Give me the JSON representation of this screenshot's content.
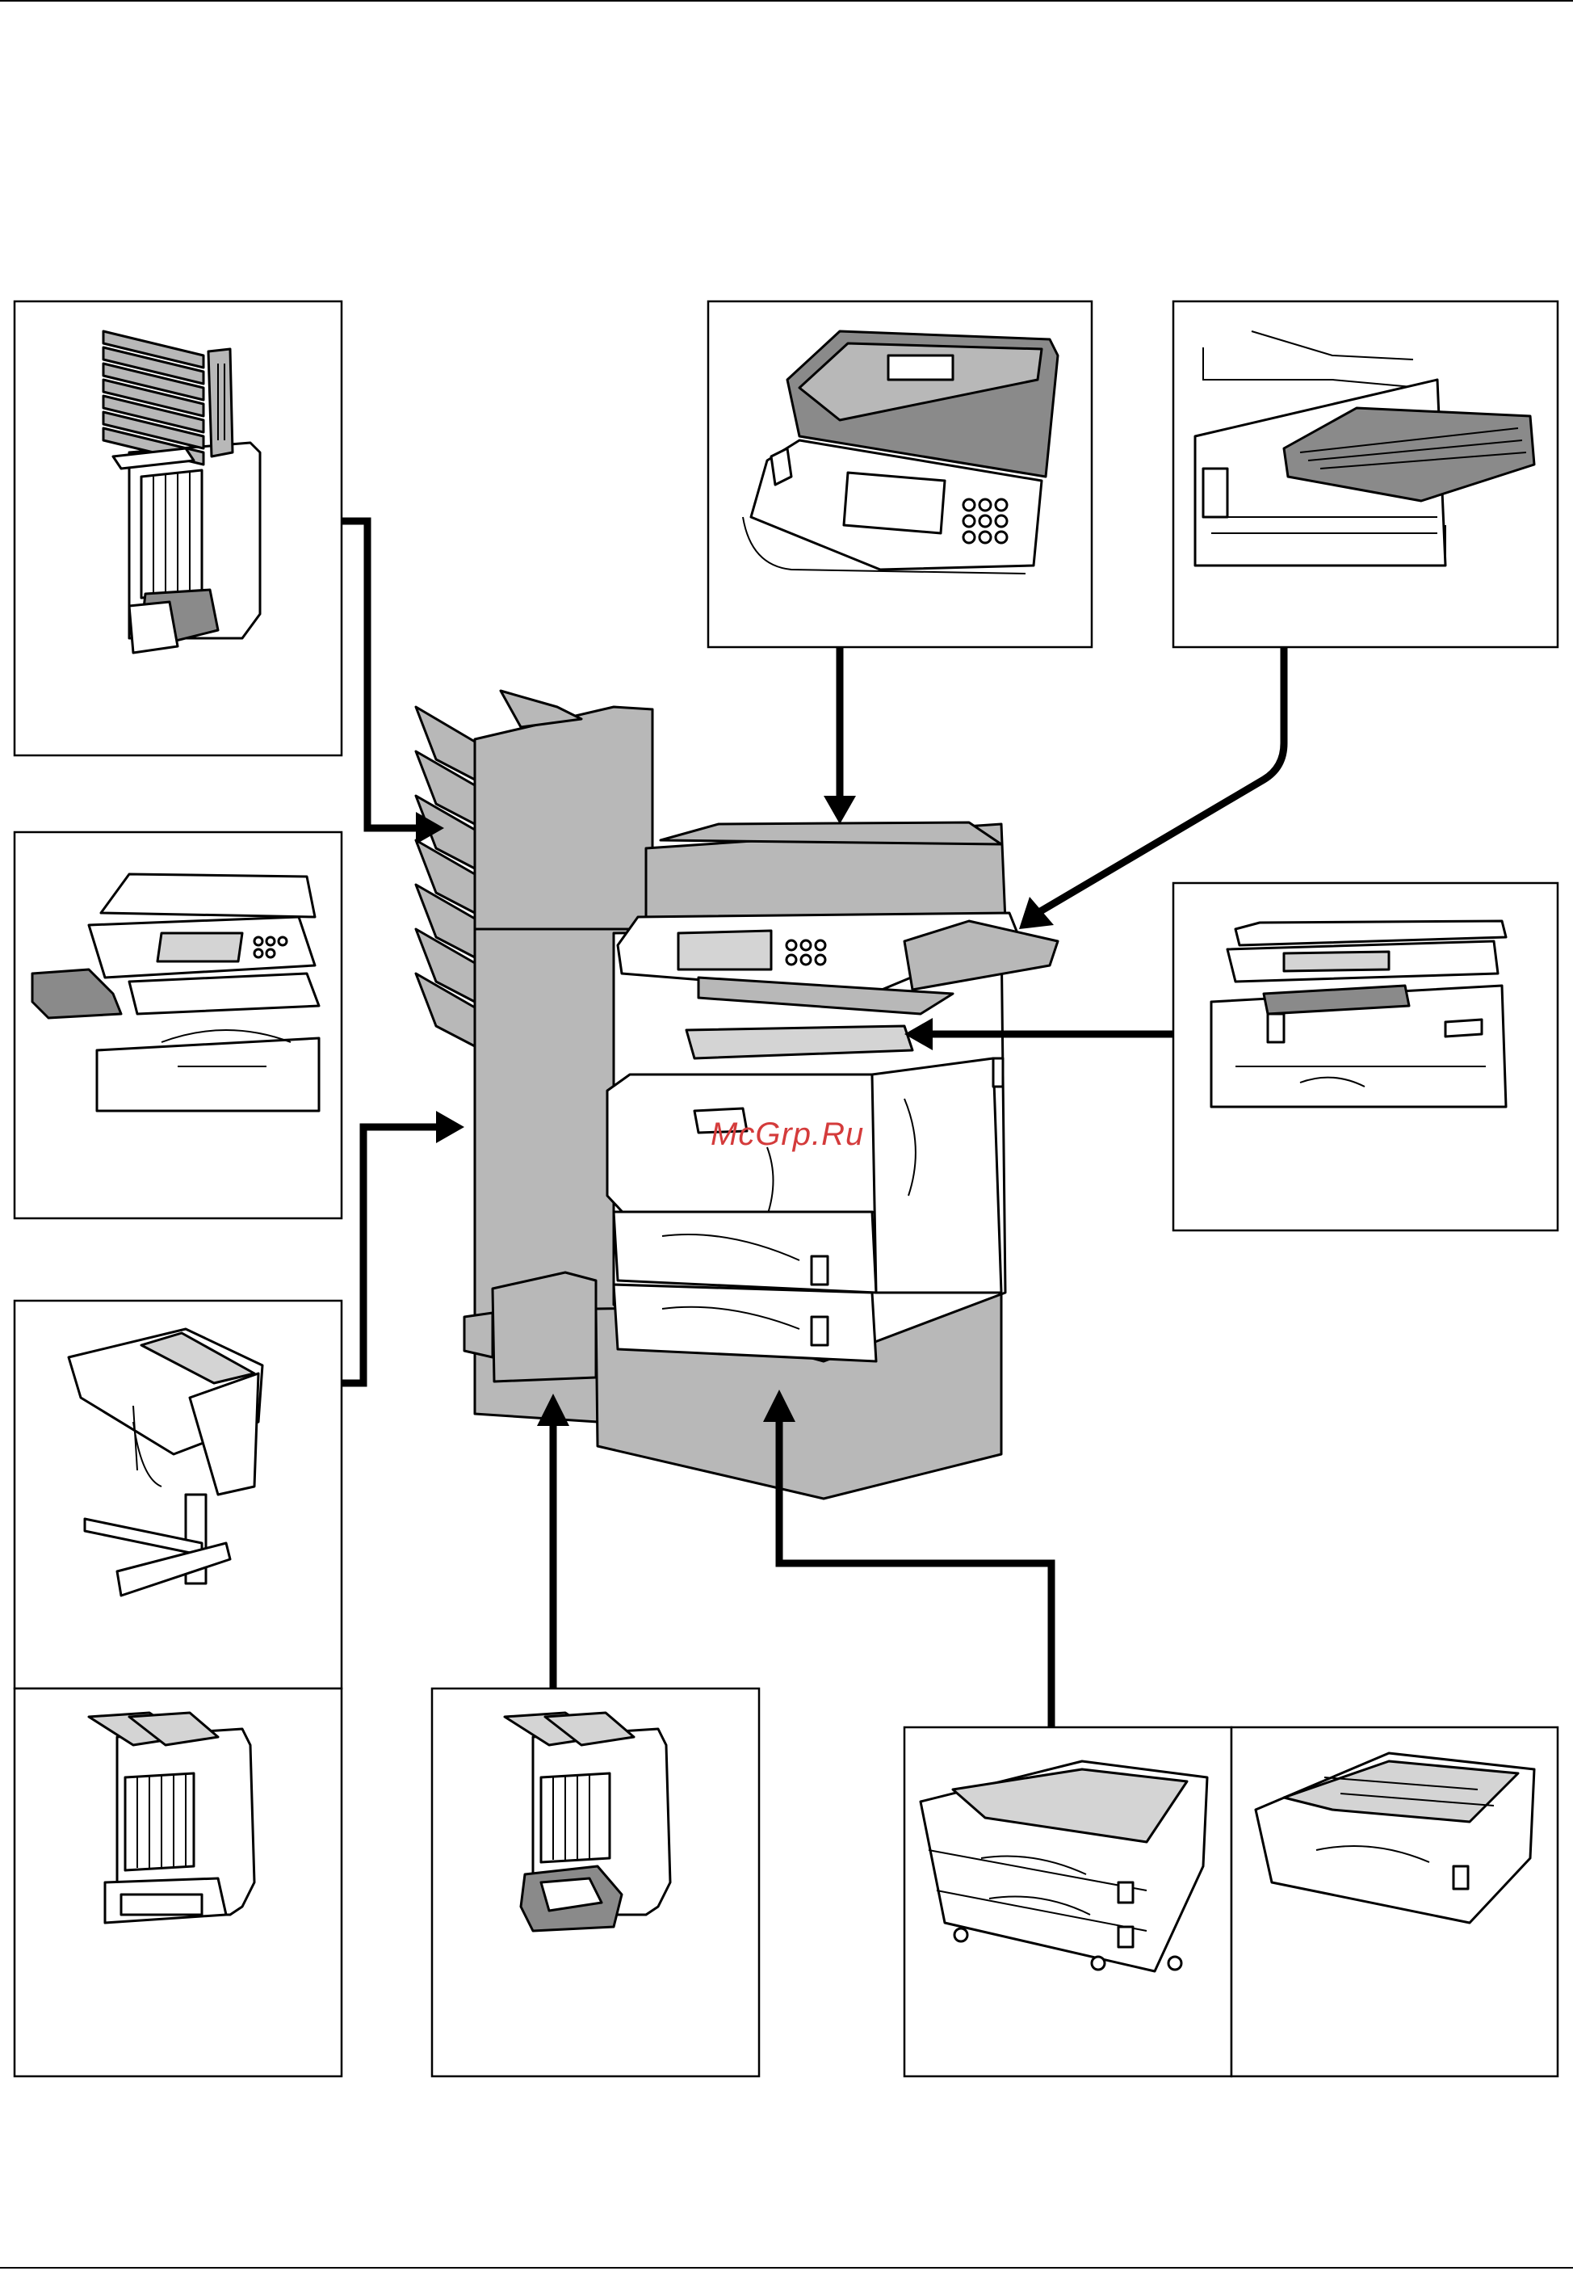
{
  "watermark": "McGrp.Ru",
  "options": [
    {
      "id": "document-finisher-mailbox",
      "icon": "finisher-with-mailbox-icon"
    },
    {
      "id": "document-processor",
      "icon": "document-processor-icon"
    },
    {
      "id": "job-separator",
      "icon": "job-separator-icon"
    },
    {
      "id": "side-exit-tray",
      "icon": "side-tray-icon"
    },
    {
      "id": "inner-job-separator",
      "icon": "inner-separator-icon"
    },
    {
      "id": "staple-finisher",
      "icon": "staple-finisher-icon"
    },
    {
      "id": "document-finisher",
      "icon": "document-finisher-icon"
    },
    {
      "id": "punch-unit",
      "icon": "punch-unit-icon"
    },
    {
      "id": "paper-feeder-2-drawer",
      "icon": "paper-feeder-icon"
    },
    {
      "id": "large-capacity-feeder",
      "icon": "large-capacity-feeder-icon"
    }
  ],
  "colors": {
    "highlight": "#b8b8b8",
    "line": "#000000",
    "watermark": "#d43b3b"
  }
}
